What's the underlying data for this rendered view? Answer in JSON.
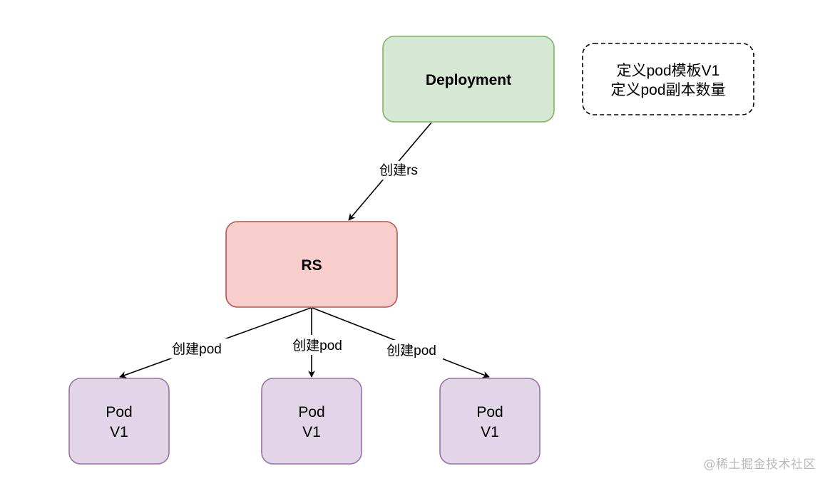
{
  "nodes": {
    "deployment": {
      "label": "Deployment",
      "fill": "#d5e8d4",
      "stroke": "#82b366"
    },
    "note": {
      "line1": "定义pod模板V1",
      "line2": "定义pod副本数量",
      "stroke": "#000000"
    },
    "rs": {
      "label": "RS",
      "fill": "#f8cecc",
      "stroke": "#b85450"
    },
    "pods": [
      {
        "line1": "Pod",
        "line2": "V1",
        "fill": "#e1d5e7",
        "stroke": "#9673a6"
      },
      {
        "line1": "Pod",
        "line2": "V1",
        "fill": "#e1d5e7",
        "stroke": "#9673a6"
      },
      {
        "line1": "Pod",
        "line2": "V1",
        "fill": "#e1d5e7",
        "stroke": "#9673a6"
      }
    ]
  },
  "edges": {
    "create_rs": "创建rs",
    "create_pod_left": "创建pod",
    "create_pod_middle": "创建pod",
    "create_pod_right": "创建pod"
  },
  "watermark": "@稀土掘金技术社区"
}
